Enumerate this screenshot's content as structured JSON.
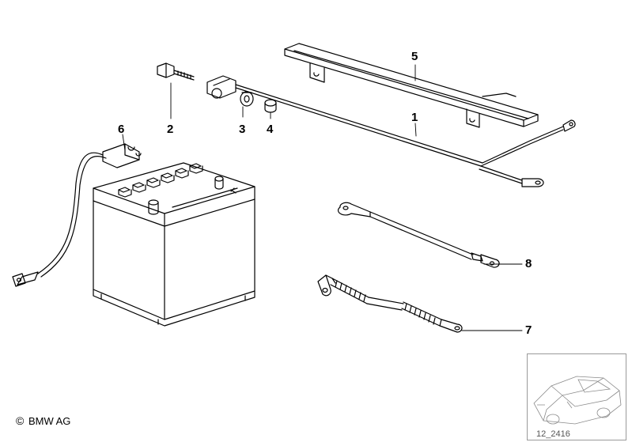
{
  "callouts": {
    "c1": "1",
    "c2": "2",
    "c3": "3",
    "c4": "4",
    "c5": "5",
    "c6": "6",
    "c7": "7",
    "c8": "8"
  },
  "copyright": {
    "symbol": "©",
    "text": "BMW AG"
  },
  "diagram_id": "12_2416",
  "colors": {
    "line": "#000000",
    "thumb_border": "#9a9a9a",
    "thumb_line": "#8a8a8a"
  }
}
